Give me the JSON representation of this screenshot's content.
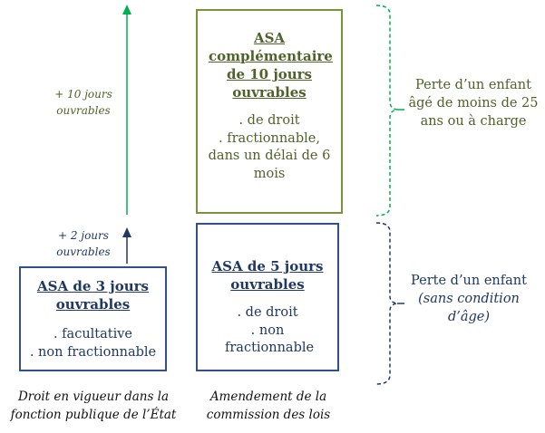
{
  "boxes": {
    "asa_3": {
      "title": "ASA de 3 jours ouvrables",
      "lines": [
        ". facultative",
        ". non fractionnable"
      ]
    },
    "asa_5": {
      "title": "ASA de 5 jours ouvrables",
      "lines": [
        ". de droit",
        ". non fractionnable"
      ]
    },
    "asa_10": {
      "title": "ASA complémentaire de 10 jours ouvrables",
      "lines": [
        ". de droit",
        ". fractionnable, dans un délai de 6 mois"
      ]
    }
  },
  "arrows": {
    "plus_2": "+ 2 jours ouvrables",
    "plus_10": "+ 10 jours ouvrables"
  },
  "brackets": {
    "green_label": "Perte d’un enfant âgé de moins de 25 ans ou à charge",
    "blue_label": "Perte d’un enfant",
    "blue_sublabel": "(sans condition d’âge)"
  },
  "footers": {
    "left": "Droit en vigueur dans la fonction publique de l’État",
    "middle": "Amendement de la commission des lois"
  },
  "colors": {
    "green": "#77933c",
    "green_text": "#4f6228",
    "arrow_green": "#00b050",
    "blue": "#2f4f8f",
    "blue_text": "#1f3864"
  }
}
